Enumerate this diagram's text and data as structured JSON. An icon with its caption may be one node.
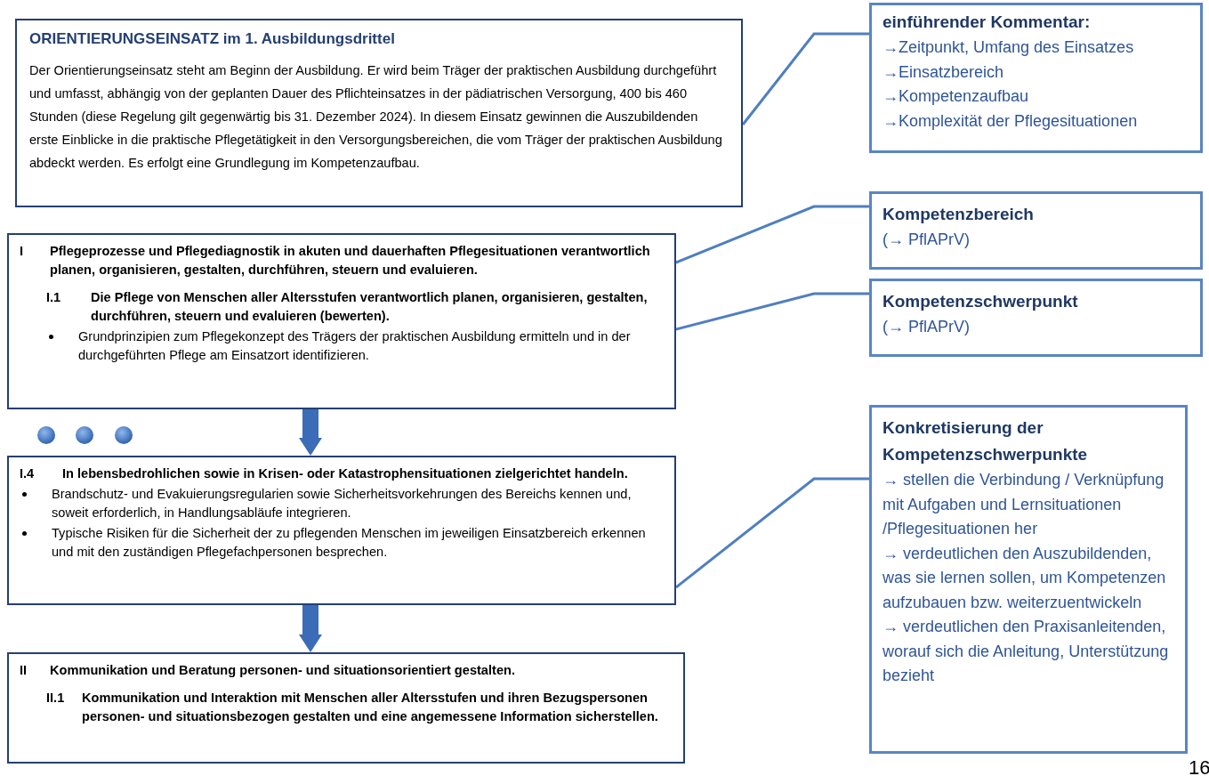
{
  "diagram": {
    "nodes": [
      {
        "text": [
          "ORIENTIERUNGSEINSATZ im 1. Ausbildungsdrittel",
          "Der Orientierungseinsatz steht am Beginn der Ausbildung. Er wird beim Träger der praktischen Ausbildung durchgeführt und umfasst, abhängig von der geplanten Dauer des Pflichteinsatzes in der pädiatrischen Versorgung, 400 bis 460 Stunden (diese Regelung gilt gegenwärtig bis 31. Dezember 2024). In diesem Einsatz gewinnen die Auszubildenden erste Einblicke in die praktische Pflegetätigkeit in den Versorgungsbereichen, die vom Träger der praktischen Ausbildung abdeckt werden. Es erfolgt eine Grundlegung im Kompetenzaufbau."
        ]
      },
      {
        "text": [
          "I",
          "Pflegeprozesse und Pflegediagnostik in akuten und dauerhaften Pflegesituationen verantwortlich planen, organisieren, gestalten, durchführen, steuern und evaluieren.",
          "I.1",
          "Die Pflege von Menschen aller Altersstufen verantwortlich planen, organisieren, gestalten, durchführen, steuern und evaluieren (bewerten).",
          "Grundprinzipien zum Pflegekonzept des Trägers der praktischen Ausbildung ermitteln und in der durchgeführten Pflege am Einsatzort identifizieren."
        ]
      },
      {
        "text": [
          "I.4",
          "In lebensbedrohlichen sowie in Krisen- oder Katastrophensituationen zielgerichtet handeln.",
          "Brandschutz- und Evakuierungsregularien sowie Sicherheitsvorkehrungen des Bereichs kennen und, soweit erforderlich, in Handlungsabläufe integrieren.",
          "Typische Risiken für die Sicherheit der zu pflegenden Menschen im jeweiligen Einsatzbereich erkennen und mit den zuständigen Pflegefachpersonen besprechen."
        ]
      },
      {
        "text": [
          "II",
          "Kommunikation und Beratung personen- und situationsorientiert gestalten.",
          "II.1",
          "Kommunikation und Interaktion mit Menschen aller Altersstufen und ihren Bezugspersonen personen- und situationsbezogen gestalten und eine angemessene Information sicherstellen."
        ]
      },
      {
        "text": [
          "einführender Kommentar:",
          "→Zeitpunkt, Umfang des Einsatzes",
          "→Einsatzbereich",
          "→Kompetenzaufbau",
          "→Komplexität der Pflegesituationen"
        ]
      },
      {
        "text": [
          "Kompetenzbereich",
          "(→ PflAPrV)"
        ]
      },
      {
        "text": [
          "Kompetenzschwerpunkt",
          "(→ PflAPrV)"
        ]
      },
      {
        "text": [
          "Konkretisierung der Kompetenzschwerpunkte",
          "→ stellen die Verbindung / Verknüpfung mit Aufgaben und Lernsituationen /Pflegesituationen her",
          "→ verdeutlichen den Auszubildenden, was sie lernen sollen, um Kompetenzen aufzubauen bzw. weiterzuentwickeln",
          "→ verdeutlichen den Praxisanleitenden, worauf sich die Anleitung, Unterstützung bezieht"
        ]
      }
    ],
    "edges": [
      {
        "from": 1,
        "to": 2,
        "arrow": "to",
        "style": "thick"
      },
      {
        "from": 2,
        "to": 3,
        "arrow": "to",
        "style": "thick"
      },
      {
        "from": 0,
        "to": 4,
        "arrow": "none"
      },
      {
        "from": 1,
        "to": 5,
        "arrow": "none"
      },
      {
        "from": 1,
        "to": 6,
        "arrow": "none"
      },
      {
        "from": 2,
        "to": 7,
        "arrow": "none"
      }
    ],
    "labels": [
      "16"
    ]
  }
}
